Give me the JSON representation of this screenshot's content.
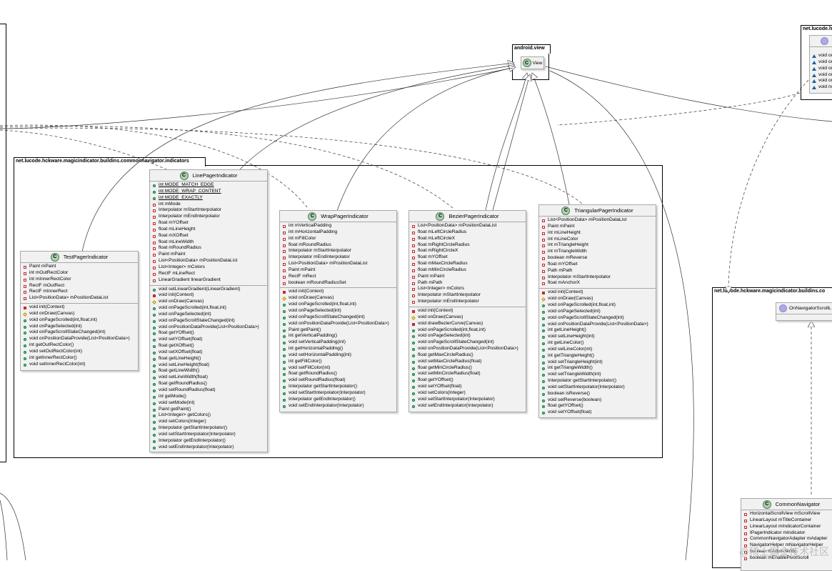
{
  "packages": {
    "indicators": "net.lucode.hckware.magicindicator.buildins.commonnavigator.indicators",
    "android_view": "android.view",
    "top_right": "net.lucode.h",
    "right": "net.lucode.hckware.magicindicator.buildins.co"
  },
  "view_class": {
    "name": "View",
    "stereotype": "C"
  },
  "classes": [
    {
      "name": "TestPagerIndicator",
      "fields": [
        {
          "v": "priv",
          "t": "Paint mPaint"
        },
        {
          "v": "priv",
          "t": "int mOutRectColor"
        },
        {
          "v": "priv",
          "t": "int mInnerRectColor"
        },
        {
          "v": "priv",
          "t": "RectF mOutRect"
        },
        {
          "v": "priv",
          "t": "RectF mInnerRect"
        },
        {
          "v": "priv",
          "t": "List<PositionData> mPositionDataList"
        }
      ],
      "methods": [
        {
          "v": "priv",
          "t": "void init(Context)"
        },
        {
          "v": "prot",
          "t": "void onDraw(Canvas)"
        },
        {
          "v": "pub",
          "t": "void onPageScrolled(int,float,int)"
        },
        {
          "v": "pub",
          "t": "void onPageSelected(int)"
        },
        {
          "v": "pub",
          "t": "void onPageScrollStateChanged(int)"
        },
        {
          "v": "pub",
          "t": "void onPositionDataProvide(List<PositionData>)"
        },
        {
          "v": "pub",
          "t": "int getOutRectColor()"
        },
        {
          "v": "pub",
          "t": "void setOutRectColor(int)"
        },
        {
          "v": "pub",
          "t": "int getInnerRectColor()"
        },
        {
          "v": "pub",
          "t": "void setInnerRectColor(int)"
        }
      ]
    },
    {
      "name": "LinePagerIndicator",
      "fields": [
        {
          "v": "pub",
          "t": "int MODE_MATCH_EDGE",
          "s": true
        },
        {
          "v": "pub",
          "t": "int MODE_WRAP_CONTENT",
          "s": true
        },
        {
          "v": "pub",
          "t": "int MODE_EXACTLY",
          "s": true
        },
        {
          "v": "priv",
          "t": "int mMode"
        },
        {
          "v": "priv",
          "t": "Interpolator mStartInterpolator"
        },
        {
          "v": "priv",
          "t": "Interpolator mEndInterpolator"
        },
        {
          "v": "priv",
          "t": "float mYOffset"
        },
        {
          "v": "priv",
          "t": "float mLineHeight"
        },
        {
          "v": "priv",
          "t": "float mXOffset"
        },
        {
          "v": "priv",
          "t": "float mLineWidth"
        },
        {
          "v": "priv",
          "t": "float mRoundRadius"
        },
        {
          "v": "priv",
          "t": "Paint mPaint"
        },
        {
          "v": "priv",
          "t": "List<PositionData> mPositionDataList"
        },
        {
          "v": "priv",
          "t": "List<Integer> mColors"
        },
        {
          "v": "priv",
          "t": "RectF mLineRect"
        },
        {
          "v": "priv",
          "t": "LinearGradient linearGradient"
        }
      ],
      "methods": [
        {
          "v": "pub",
          "t": "void setLinearGradient(LinearGradient)"
        },
        {
          "v": "priv",
          "t": "void init(Context)"
        },
        {
          "v": "prot",
          "t": "void onDraw(Canvas)"
        },
        {
          "v": "pub",
          "t": "void onPageScrolled(int,float,int)"
        },
        {
          "v": "pub",
          "t": "void onPageSelected(int)"
        },
        {
          "v": "pub",
          "t": "void onPageScrollStateChanged(int)"
        },
        {
          "v": "pub",
          "t": "void onPositionDataProvide(List<PositionData>)"
        },
        {
          "v": "pub",
          "t": "float getYOffset()"
        },
        {
          "v": "pub",
          "t": "void setYOffset(float)"
        },
        {
          "v": "pub",
          "t": "float getXOffset()"
        },
        {
          "v": "pub",
          "t": "void setXOffset(float)"
        },
        {
          "v": "pub",
          "t": "float getLineHeight()"
        },
        {
          "v": "pub",
          "t": "void setLineHeight(float)"
        },
        {
          "v": "pub",
          "t": "float getLineWidth()"
        },
        {
          "v": "pub",
          "t": "void setLineWidth(float)"
        },
        {
          "v": "pub",
          "t": "float getRoundRadius()"
        },
        {
          "v": "pub",
          "t": "void setRoundRadius(float)"
        },
        {
          "v": "pub",
          "t": "int getMode()"
        },
        {
          "v": "pub",
          "t": "void setMode(int)"
        },
        {
          "v": "pub",
          "t": "Paint getPaint()"
        },
        {
          "v": "pub",
          "t": "List<Integer> getColors()"
        },
        {
          "v": "pub",
          "t": "void setColors(Integer)"
        },
        {
          "v": "pub",
          "t": "Interpolator getStartInterpolator()"
        },
        {
          "v": "pub",
          "t": "void setStartInterpolator(Interpolator)"
        },
        {
          "v": "pub",
          "t": "Interpolator getEndInterpolator()"
        },
        {
          "v": "pub",
          "t": "void setEndInterpolator(Interpolator)"
        }
      ]
    },
    {
      "name": "WrapPagerIndicator",
      "fields": [
        {
          "v": "priv",
          "t": "int mVerticalPadding"
        },
        {
          "v": "priv",
          "t": "int mHorizontalPadding"
        },
        {
          "v": "priv",
          "t": "int mFillColor"
        },
        {
          "v": "priv",
          "t": "float mRoundRadius"
        },
        {
          "v": "priv",
          "t": "Interpolator mStartInterpolator"
        },
        {
          "v": "priv",
          "t": "Interpolator mEndInterpolator"
        },
        {
          "v": "priv",
          "t": "List<PositionData> mPositionDataList"
        },
        {
          "v": "priv",
          "t": "Paint mPaint"
        },
        {
          "v": "priv",
          "t": "RectF mRect"
        },
        {
          "v": "priv",
          "t": "boolean mRoundRadiusSet"
        }
      ],
      "methods": [
        {
          "v": "priv",
          "t": "void init(Context)"
        },
        {
          "v": "prot",
          "t": "void onDraw(Canvas)"
        },
        {
          "v": "pub",
          "t": "void onPageScrolled(int,float,int)"
        },
        {
          "v": "pub",
          "t": "void onPageSelected(int)"
        },
        {
          "v": "pub",
          "t": "void onPageScrollStateChanged(int)"
        },
        {
          "v": "pub",
          "t": "void onPositionDataProvide(List<PositionData>)"
        },
        {
          "v": "pub",
          "t": "Paint getPaint()"
        },
        {
          "v": "pub",
          "t": "int getVerticalPadding()"
        },
        {
          "v": "pub",
          "t": "void setVerticalPadding(int)"
        },
        {
          "v": "pub",
          "t": "int getHorizontalPadding()"
        },
        {
          "v": "pub",
          "t": "void setHorizontalPadding(int)"
        },
        {
          "v": "pub",
          "t": "int getFillColor()"
        },
        {
          "v": "pub",
          "t": "void setFillColor(int)"
        },
        {
          "v": "pub",
          "t": "float getRoundRadius()"
        },
        {
          "v": "pub",
          "t": "void setRoundRadius(float)"
        },
        {
          "v": "pub",
          "t": "Interpolator getStartInterpolator()"
        },
        {
          "v": "pub",
          "t": "void setStartInterpolator(Interpolator)"
        },
        {
          "v": "pub",
          "t": "Interpolator getEndInterpolator()"
        },
        {
          "v": "pub",
          "t": "void setEndInterpolator(Interpolator)"
        }
      ]
    },
    {
      "name": "BezierPagerIndicator",
      "fields": [
        {
          "v": "priv",
          "t": "List<PositionData> mPositionDataList"
        },
        {
          "v": "priv",
          "t": "float mLeftCircleRadius"
        },
        {
          "v": "priv",
          "t": "float mLeftCircleX"
        },
        {
          "v": "priv",
          "t": "float mRightCircleRadius"
        },
        {
          "v": "priv",
          "t": "float mRightCircleX"
        },
        {
          "v": "priv",
          "t": "float mYOffset"
        },
        {
          "v": "priv",
          "t": "float mMaxCircleRadius"
        },
        {
          "v": "priv",
          "t": "float mMinCircleRadius"
        },
        {
          "v": "priv",
          "t": "Paint mPaint"
        },
        {
          "v": "priv",
          "t": "Path mPath"
        },
        {
          "v": "priv",
          "t": "List<Integer> mColors"
        },
        {
          "v": "priv",
          "t": "Interpolator mStartInterpolator"
        },
        {
          "v": "priv",
          "t": "Interpolator mEndInterpolator"
        }
      ],
      "methods": [
        {
          "v": "priv",
          "t": "void init(Context)"
        },
        {
          "v": "prot",
          "t": "void onDraw(Canvas)"
        },
        {
          "v": "priv",
          "t": "void drawBezierCurve(Canvas)"
        },
        {
          "v": "pub",
          "t": "void onPageScrolled(int,float,int)"
        },
        {
          "v": "pub",
          "t": "void onPageSelected(int)"
        },
        {
          "v": "pub",
          "t": "void onPageScrollStateChanged(int)"
        },
        {
          "v": "pub",
          "t": "void onPositionDataProvide(List<PositionData>)"
        },
        {
          "v": "pub",
          "t": "float getMaxCircleRadius()"
        },
        {
          "v": "pub",
          "t": "void setMaxCircleRadius(float)"
        },
        {
          "v": "pub",
          "t": "float getMinCircleRadius()"
        },
        {
          "v": "pub",
          "t": "void setMinCircleRadius(float)"
        },
        {
          "v": "pub",
          "t": "float getYOffset()"
        },
        {
          "v": "pub",
          "t": "void setYOffset(float)"
        },
        {
          "v": "pub",
          "t": "void setColors(Integer)"
        },
        {
          "v": "pub",
          "t": "void setStartInterpolator(Interpolator)"
        },
        {
          "v": "pub",
          "t": "void setEndInterpolator(Interpolator)"
        }
      ]
    },
    {
      "name": "TriangularPagerIndicator",
      "fields": [
        {
          "v": "priv",
          "t": "List<PositionData> mPositionDataList"
        },
        {
          "v": "priv",
          "t": "Paint mPaint"
        },
        {
          "v": "priv",
          "t": "int mLineHeight"
        },
        {
          "v": "priv",
          "t": "int mLineColor"
        },
        {
          "v": "priv",
          "t": "int mTriangleHeight"
        },
        {
          "v": "priv",
          "t": "int mTriangleWidth"
        },
        {
          "v": "priv",
          "t": "boolean mReverse"
        },
        {
          "v": "priv",
          "t": "float mYOffset"
        },
        {
          "v": "priv",
          "t": "Path mPath"
        },
        {
          "v": "priv",
          "t": "Interpolator mStartInterpolator"
        },
        {
          "v": "priv",
          "t": "float mAnchorX"
        }
      ],
      "methods": [
        {
          "v": "priv",
          "t": "void init(Context)"
        },
        {
          "v": "prot",
          "t": "void onDraw(Canvas)"
        },
        {
          "v": "pub",
          "t": "void onPageScrolled(int,float,int)"
        },
        {
          "v": "pub",
          "t": "void onPageSelected(int)"
        },
        {
          "v": "pub",
          "t": "void onPageScrollStateChanged(int)"
        },
        {
          "v": "pub",
          "t": "void onPositionDataProvide(List<PositionData>)"
        },
        {
          "v": "pub",
          "t": "int getLineHeight()"
        },
        {
          "v": "pub",
          "t": "void setLineHeight(int)"
        },
        {
          "v": "pub",
          "t": "int getLineColor()"
        },
        {
          "v": "pub",
          "t": "void setLineColor(int)"
        },
        {
          "v": "pub",
          "t": "int getTriangleHeight()"
        },
        {
          "v": "pub",
          "t": "void setTriangleHeight(int)"
        },
        {
          "v": "pub",
          "t": "int getTriangleWidth()"
        },
        {
          "v": "pub",
          "t": "void setTriangleWidth(int)"
        },
        {
          "v": "pub",
          "t": "Interpolator getStartInterpolator()"
        },
        {
          "v": "pub",
          "t": "void setStartInterpolator(Interpolator)"
        },
        {
          "v": "pub",
          "t": "boolean isReverse()"
        },
        {
          "v": "pub",
          "t": "void setReverse(boolean)"
        },
        {
          "v": "pub",
          "t": "float getYOffset()"
        },
        {
          "v": "pub",
          "t": "void setYOffset(float)"
        }
      ]
    },
    {
      "name": "CommonNavigator",
      "fields": [
        {
          "v": "priv",
          "t": "HorizontalScrollView mScrollView"
        },
        {
          "v": "priv",
          "t": "LinearLayout mTitleContainer"
        },
        {
          "v": "priv",
          "t": "LinearLayout mIndicatorContainer"
        },
        {
          "v": "priv",
          "t": "IPagerIndicator mIndicator"
        },
        {
          "v": "priv",
          "t": "CommonNavigatorAdapter mAdapter"
        },
        {
          "v": "priv",
          "t": "NavigatorHelper mNavigatorHelper"
        },
        {
          "v": "priv",
          "t": "boolean mAdjustMode"
        },
        {
          "v": "priv",
          "t": "boolean mEnablePivotScroll"
        }
      ],
      "methods": []
    }
  ],
  "interface_top": {
    "methods": [
      "void on",
      "void on",
      "void on",
      "void on",
      "void on",
      "void no"
    ]
  },
  "interface_right": {
    "name": "OnNavigatorScrollL"
  },
  "watermark": "@稀土掘金技术社区"
}
